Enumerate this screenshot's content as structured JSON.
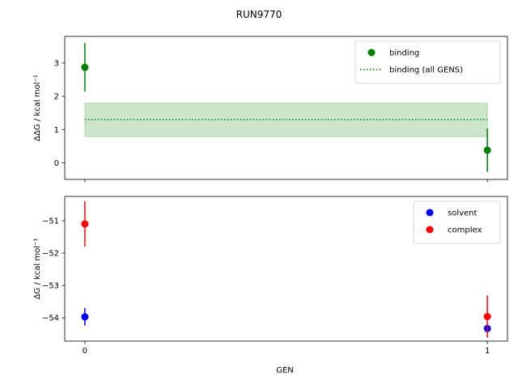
{
  "figure": {
    "title": "RUN9770",
    "xlabel": "GEN"
  },
  "colors": {
    "green": "#008000",
    "blue": "#0000ff",
    "red": "#ff0000"
  },
  "chart_data": [
    {
      "type": "scatter",
      "ylabel": "ΔΔG / kcal mol⁻¹",
      "xlim": [
        -0.05,
        1.05
      ],
      "ylim": [
        -0.5,
        3.8
      ],
      "yticks": [
        0,
        1,
        2,
        3
      ],
      "ytick_labels": [
        "0",
        "1",
        "2",
        "3"
      ],
      "xticks": [
        0,
        1
      ],
      "xtick_labels": [
        "",
        ""
      ],
      "series": [
        {
          "name": "binding",
          "kind": "points",
          "color": "#008000",
          "x": [
            0,
            1
          ],
          "y": [
            2.87,
            0.38
          ],
          "yerr": [
            0.73,
            0.65
          ]
        }
      ],
      "band": {
        "name": "binding (all GENS)",
        "x": [
          0,
          1
        ],
        "y": 1.3,
        "lower": 0.79,
        "upper": 1.79,
        "color": "#008000"
      },
      "legend": {
        "placement": "upper-right",
        "entries": [
          {
            "label": "binding",
            "style": "marker",
            "color": "#008000"
          },
          {
            "label": "binding (all GENS)",
            "style": "dotted-line",
            "color": "#008000"
          }
        ]
      }
    },
    {
      "type": "scatter",
      "ylabel": "ΔG / kcal mol⁻¹",
      "xlim": [
        -0.05,
        1.05
      ],
      "ylim": [
        -54.72,
        -50.25
      ],
      "yticks": [
        -54,
        -53,
        -52,
        -51
      ],
      "ytick_labels": [
        "−54",
        "−53",
        "−52",
        "−51"
      ],
      "xticks": [
        0,
        1
      ],
      "xtick_labels": [
        "0",
        "1"
      ],
      "series": [
        {
          "name": "solvent",
          "kind": "points",
          "color": "#0000ff",
          "x": [
            0,
            1
          ],
          "y": [
            -53.97,
            -54.33
          ],
          "yerr": [
            0.27,
            0.12
          ]
        },
        {
          "name": "complex",
          "kind": "points",
          "color": "#ff0000",
          "x": [
            0,
            1
          ],
          "y": [
            -51.1,
            -53.96
          ],
          "yerr": [
            0.7,
            0.65
          ]
        }
      ],
      "legend": {
        "placement": "upper-right",
        "entries": [
          {
            "label": "solvent",
            "style": "marker",
            "color": "#0000ff"
          },
          {
            "label": "complex",
            "style": "marker",
            "color": "#ff0000"
          }
        ]
      }
    }
  ]
}
